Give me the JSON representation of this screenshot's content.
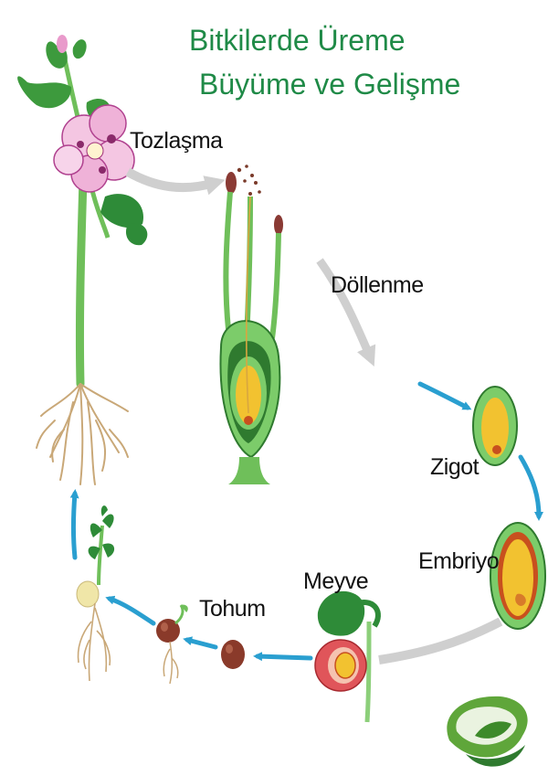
{
  "title": {
    "line1": "Bitkilerde Üreme",
    "line2": "Büyüme ve Gelişme"
  },
  "stages": {
    "pollination": "Tozlaşma",
    "fertilization": "Döllenme",
    "zygote": "Zigot",
    "embryo": "Embriyo",
    "fruit": "Meyve",
    "seed": "Tohum"
  },
  "colors": {
    "title": "#1f8a47",
    "cycle_arrow": "#2a9fd0",
    "gray_arrow": "#c9c9c9",
    "stem_green": "#6fbf5a",
    "dark_green": "#2f7a2f",
    "yolk": "#f2c230",
    "fruit_red": "#e0555a",
    "flower_pink": "#e99acb",
    "root": "#c9a878"
  },
  "icons": [
    "plant-icon",
    "pistil-icon",
    "zygote-icon",
    "embryo-icon",
    "fruit-icon",
    "seed-icon",
    "germinating-seed-icon",
    "seedling-icon",
    "logo-icon"
  ]
}
